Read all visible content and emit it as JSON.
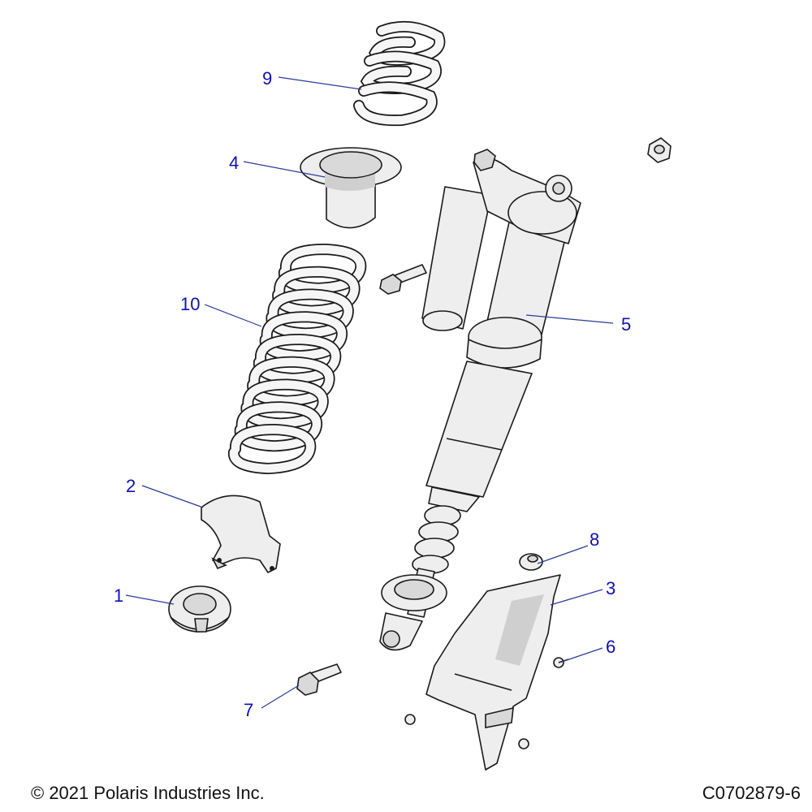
{
  "callouts": [
    {
      "id": "1",
      "label": "1"
    },
    {
      "id": "2",
      "label": "2"
    },
    {
      "id": "3",
      "label": "3"
    },
    {
      "id": "4",
      "label": "4"
    },
    {
      "id": "5",
      "label": "5"
    },
    {
      "id": "6",
      "label": "6"
    },
    {
      "id": "7",
      "label": "7"
    },
    {
      "id": "8",
      "label": "8"
    },
    {
      "id": "9",
      "label": "9"
    },
    {
      "id": "10",
      "label": "10"
    }
  ],
  "footer": {
    "copyright": "© 2021 Polaris Industries Inc.",
    "drawing_number": "C0702879-6"
  },
  "colors": {
    "callout_text": "#1010b0",
    "leader_line": "#2c3c9a",
    "part_fill": "#eeeeee",
    "outline": "#1a1a1a"
  }
}
